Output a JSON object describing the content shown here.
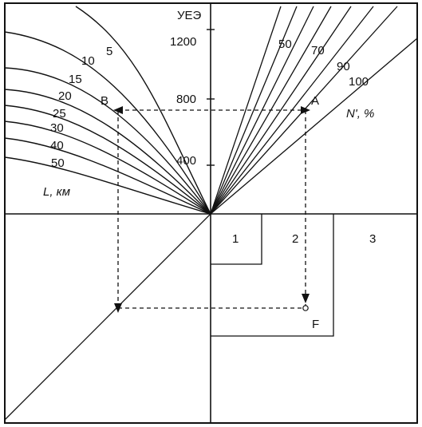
{
  "axis": {
    "y_title": "УЕЭ",
    "ticks": [
      {
        "value": 1200,
        "label": "1200"
      },
      {
        "value": 800,
        "label": "800"
      },
      {
        "value": 400,
        "label": "400"
      }
    ],
    "right_title": "N', %",
    "left_title": "L, км"
  },
  "left_curves": [
    "5",
    "10",
    "15",
    "20",
    "25",
    "30",
    "40",
    "50"
  ],
  "right_rays": [
    "50",
    "70",
    "90",
    "100"
  ],
  "points": {
    "a": "A",
    "b": "B",
    "f": "F"
  },
  "regions": [
    "1",
    "2",
    "3"
  ]
}
